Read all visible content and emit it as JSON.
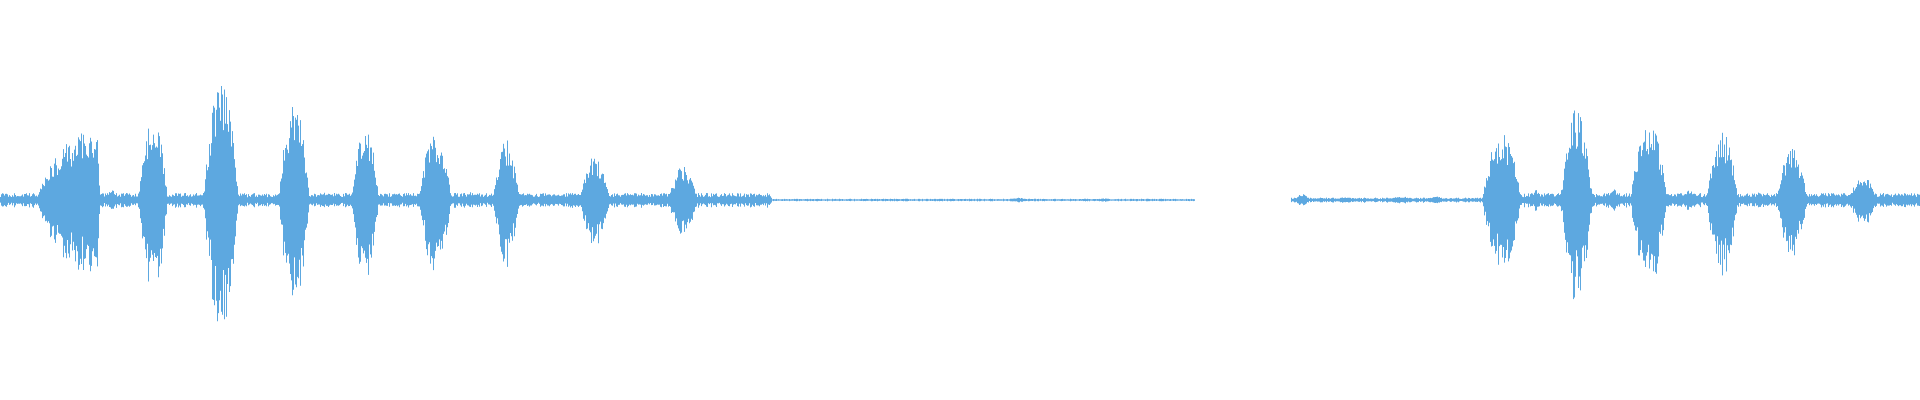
{
  "waveform": {
    "color": "#5DA8E0",
    "background": "#ffffff",
    "segments": [
      {
        "name": "burst-1",
        "start": 0.019,
        "end": 0.052,
        "peak": 0.36,
        "shape": "ramp"
      },
      {
        "name": "burst-2",
        "start": 0.072,
        "end": 0.087,
        "peak": 0.42,
        "shape": "bell"
      },
      {
        "name": "burst-3",
        "start": 0.106,
        "end": 0.124,
        "peak": 0.6,
        "shape": "bell"
      },
      {
        "name": "burst-4",
        "start": 0.145,
        "end": 0.161,
        "peak": 0.48,
        "shape": "bell"
      },
      {
        "name": "burst-5",
        "start": 0.183,
        "end": 0.197,
        "peak": 0.38,
        "shape": "bell"
      },
      {
        "name": "burst-6",
        "start": 0.218,
        "end": 0.235,
        "peak": 0.34,
        "shape": "bell"
      },
      {
        "name": "burst-7",
        "start": 0.256,
        "end": 0.271,
        "peak": 0.3,
        "shape": "spiky"
      },
      {
        "name": "burst-8",
        "start": 0.301,
        "end": 0.318,
        "peak": 0.22,
        "shape": "spiky"
      },
      {
        "name": "burst-9",
        "start": 0.347,
        "end": 0.364,
        "peak": 0.17,
        "shape": "spiky"
      },
      {
        "name": "burst-10",
        "start": 0.772,
        "end": 0.792,
        "peak": 0.34,
        "shape": "bell"
      },
      {
        "name": "burst-11",
        "start": 0.812,
        "end": 0.83,
        "peak": 0.46,
        "shape": "spiky"
      },
      {
        "name": "burst-12",
        "start": 0.849,
        "end": 0.868,
        "peak": 0.4,
        "shape": "bell"
      },
      {
        "name": "burst-13",
        "start": 0.889,
        "end": 0.905,
        "peak": 0.34,
        "shape": "bell"
      },
      {
        "name": "burst-14",
        "start": 0.925,
        "end": 0.941,
        "peak": 0.26,
        "shape": "bell"
      },
      {
        "name": "burst-15",
        "start": 0.963,
        "end": 0.977,
        "peak": 0.13,
        "shape": "bell"
      }
    ],
    "noise_floor": [
      {
        "start": 0.0,
        "end": 0.4,
        "level": 0.035
      },
      {
        "start": 0.4,
        "end": 0.622,
        "level": 0.006
      },
      {
        "start": 0.672,
        "end": 0.772,
        "level": 0.012
      },
      {
        "start": 0.772,
        "end": 1.0,
        "level": 0.035
      }
    ],
    "small_blips": [
      {
        "center": 0.058,
        "width": 0.006,
        "peak": 0.05
      },
      {
        "center": 0.066,
        "width": 0.006,
        "peak": 0.04
      },
      {
        "center": 0.168,
        "width": 0.008,
        "peak": 0.04
      },
      {
        "center": 0.206,
        "width": 0.008,
        "peak": 0.035
      },
      {
        "center": 0.245,
        "width": 0.008,
        "peak": 0.04
      },
      {
        "center": 0.285,
        "width": 0.01,
        "peak": 0.035
      },
      {
        "center": 0.33,
        "width": 0.01,
        "peak": 0.025
      },
      {
        "center": 0.38,
        "width": 0.012,
        "peak": 0.02
      },
      {
        "center": 0.4,
        "width": 0.004,
        "peak": 0.03
      },
      {
        "center": 0.53,
        "width": 0.01,
        "peak": 0.012
      },
      {
        "center": 0.575,
        "width": 0.008,
        "peak": 0.008
      },
      {
        "center": 0.678,
        "width": 0.008,
        "peak": 0.03
      },
      {
        "center": 0.7,
        "width": 0.01,
        "peak": 0.015
      },
      {
        "center": 0.73,
        "width": 0.014,
        "peak": 0.018
      },
      {
        "center": 0.748,
        "width": 0.008,
        "peak": 0.02
      },
      {
        "center": 0.8,
        "width": 0.006,
        "peak": 0.05
      },
      {
        "center": 0.84,
        "width": 0.006,
        "peak": 0.06
      },
      {
        "center": 0.88,
        "width": 0.008,
        "peak": 0.05
      },
      {
        "center": 0.916,
        "width": 0.006,
        "peak": 0.04
      },
      {
        "center": 0.953,
        "width": 0.008,
        "peak": 0.03
      },
      {
        "center": 0.99,
        "width": 0.01,
        "peak": 0.03
      }
    ]
  }
}
